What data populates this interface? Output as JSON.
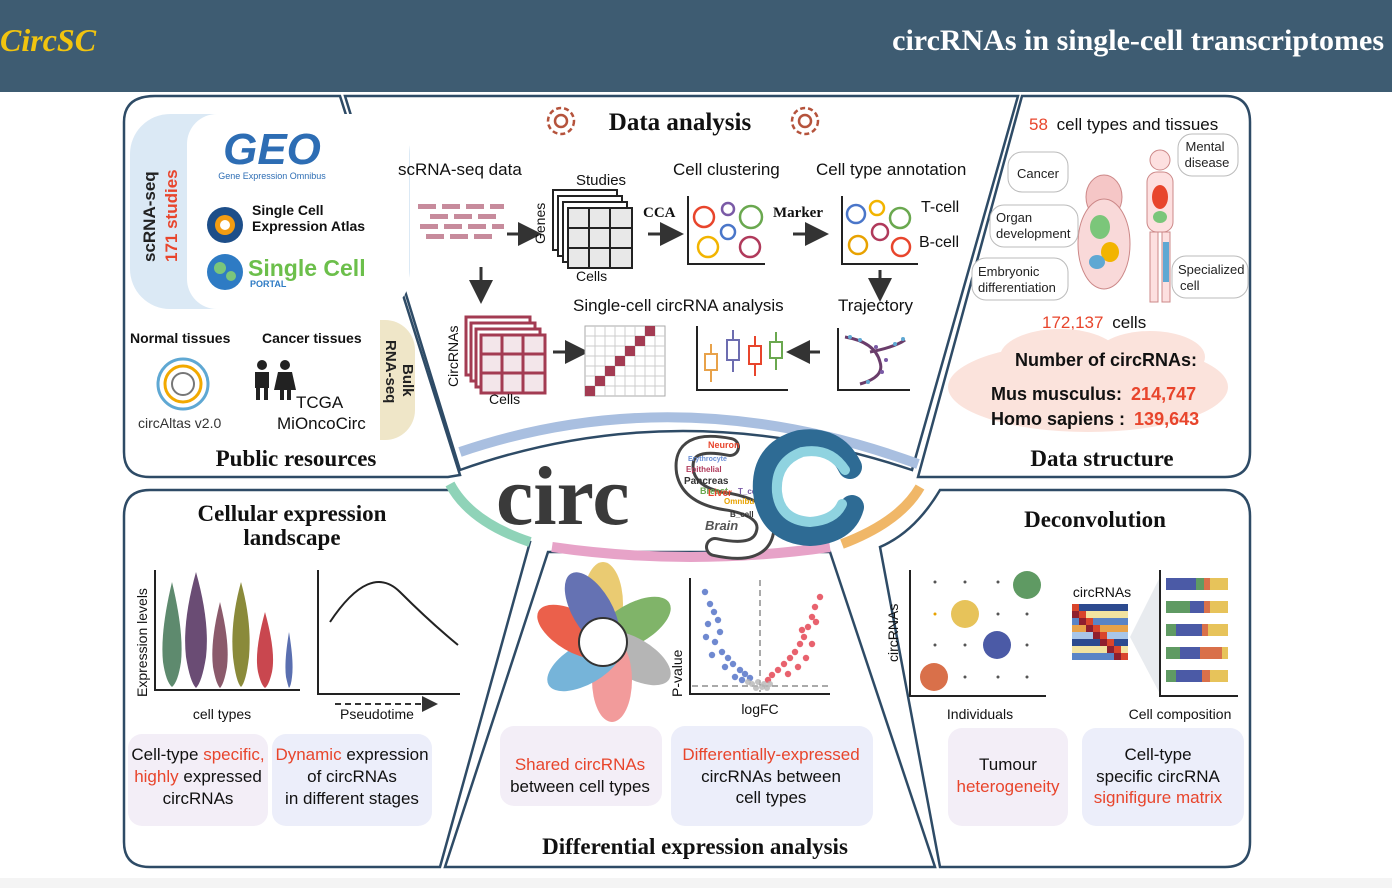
{
  "header": {
    "brand": "CircSC",
    "tagline": "circRNAs in single-cell transcriptomes"
  },
  "public_resources": {
    "title": "Public resources",
    "scrna_label": "scRNA-seq",
    "studies_count": "171 studies",
    "geo_logo": "GEO",
    "geo_sub": "Gene Expression Omnibus",
    "atlas_line1": "Single Cell",
    "atlas_line2": "Expression Atlas",
    "portal_line1": "Single Cell",
    "portal_line2": "PORTAL",
    "normal_tissues": "Normal tissues",
    "cancer_tissues": "Cancer tissues",
    "bulk_line1": "Bulk",
    "bulk_line2": "RNA-seq",
    "circatlas": "circAltas v2.0",
    "tcga": "TCGA",
    "mioncocirc": "MiOncoCirc"
  },
  "data_analysis": {
    "title": "Data analysis",
    "scrna_data": "scRNA-seq data",
    "studies": "Studies",
    "genes": "Genes",
    "cells": "Cells",
    "cca": "CCA",
    "cell_clustering": "Cell clustering",
    "marker": "Marker",
    "cell_type_annotation": "Cell type annotation",
    "t_cell": "T-cell",
    "b_cell": "B-cell",
    "trajectory": "Trajectory",
    "circrnas": "CircRNAs",
    "cells2": "Cells",
    "single_cell_analysis": "Single-cell circRNA analysis"
  },
  "data_structure": {
    "title": "Data structure",
    "types_count": "58",
    "types_label": "cell types and tissues",
    "cancer": "Cancer",
    "mental_line1": "Mental",
    "mental_line2": "disease",
    "organ_line1": "Organ",
    "organ_line2": "development",
    "embryonic_line1": "Embryonic",
    "embryonic_line2": "differentiation",
    "specialized_line1": "Specialized",
    "specialized_line2": "cell",
    "cells_count": "172,137",
    "cells_label": "cells",
    "num_circrnas": "Number of circRNAs:",
    "mus_label": "Mus musculus:",
    "mus_value": "214,747",
    "homo_label": "Homo sapiens :",
    "homo_value": "139,643"
  },
  "logo": {
    "text": "circ",
    "cloud_words": [
      "Neuron",
      "Erythrocyte",
      "Epithelial",
      "Pancreas",
      "Breast",
      "Omnibus",
      "Liver",
      "B_cell",
      "T_cell",
      "Brain"
    ]
  },
  "cellular_expression": {
    "title_line1": "Cellular expression",
    "title_line2": "landscape",
    "ylabel": "Expression levels",
    "xlabel": "cell types",
    "pseudotime": "Pseudotime",
    "box1_hl1": "specific,",
    "box1_pre1": "Cell-type",
    "box1_hl2": "highly",
    "box1_post2": "expressed",
    "box1_line3": "circRNAs",
    "box2_hl1": "Dynamic",
    "box2_post1": "expression",
    "box2_line2": "of circRNAs",
    "box2_line3": "in different stages"
  },
  "differential_expression": {
    "title": "Differential expression analysis",
    "pvalue": "P-value",
    "logfc": "logFC",
    "box1_hl": "Shared circRNAs",
    "box1_line2": "between cell types",
    "box2_hl": "Differentially-expressed",
    "box2_line2": "circRNAs between",
    "box2_line3": "cell types"
  },
  "deconvolution": {
    "title": "Deconvolution",
    "circrnas_axis": "circRNAs",
    "individuals": "Individuals",
    "circrnas_label": "circRNAs",
    "cell_composition": "Cell composition",
    "box1_line1": "Tumour",
    "box1_hl": "heterogeneity",
    "box2_line1": "Cell-type",
    "box2_line2": "specific circRNA",
    "box2_hl": "signifigure matrix"
  },
  "colors": {
    "header": "#3e5c72",
    "brand": "#f1c40f",
    "accent": "#e8452c",
    "panel_border": "#2e4b66",
    "matrix": "#a33b52"
  }
}
